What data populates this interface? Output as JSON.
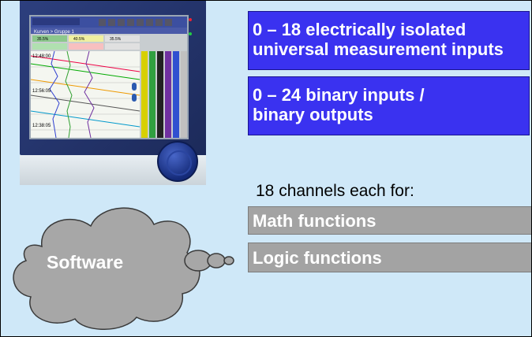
{
  "device": {
    "screen_header": "Kurven > Gruppe 1",
    "screen_values": [
      "35.5%",
      "40.5%",
      "35.5%"
    ],
    "screen_times": [
      "12:48:00",
      "12:56:05",
      "12:38:05"
    ]
  },
  "inputs": {
    "analog": "0 – 18 electrically isolated universal measurement inputs",
    "analog_line1": "0 – 18 electrically isolated",
    "analog_line2": "universal measurement inputs",
    "binary_line1": "0 – 24 binary inputs /",
    "binary_line2": "binary outputs"
  },
  "channels_label": "18 channels each for:",
  "functions": [
    "Math functions",
    "Logic functions"
  ],
  "cloud_label": "Software",
  "colors": {
    "blue_box": "#3a32f0",
    "gray_box": "#a3a3a3",
    "background": "#cfe8f8",
    "cloud": "#a7a7a7"
  }
}
